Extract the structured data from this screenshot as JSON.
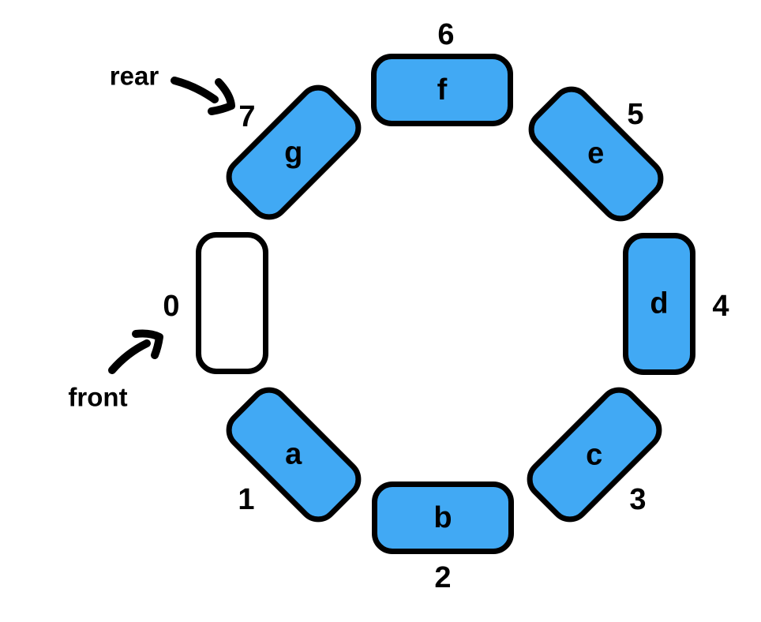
{
  "colors": {
    "slot_fill": "#41A9F4",
    "slot_empty_fill": "#FFFFFF",
    "outline": "#000000"
  },
  "pointers": {
    "rear": {
      "label": "rear",
      "points_to_index": "7"
    },
    "front": {
      "label": "front",
      "points_to_index": "0"
    }
  },
  "slots": [
    {
      "index": "0",
      "value": "",
      "empty": true
    },
    {
      "index": "1",
      "value": "a",
      "empty": false
    },
    {
      "index": "2",
      "value": "b",
      "empty": false
    },
    {
      "index": "3",
      "value": "c",
      "empty": false
    },
    {
      "index": "4",
      "value": "d",
      "empty": false
    },
    {
      "index": "5",
      "value": "e",
      "empty": false
    },
    {
      "index": "6",
      "value": "f",
      "empty": false
    },
    {
      "index": "7",
      "value": "g",
      "empty": false
    }
  ]
}
